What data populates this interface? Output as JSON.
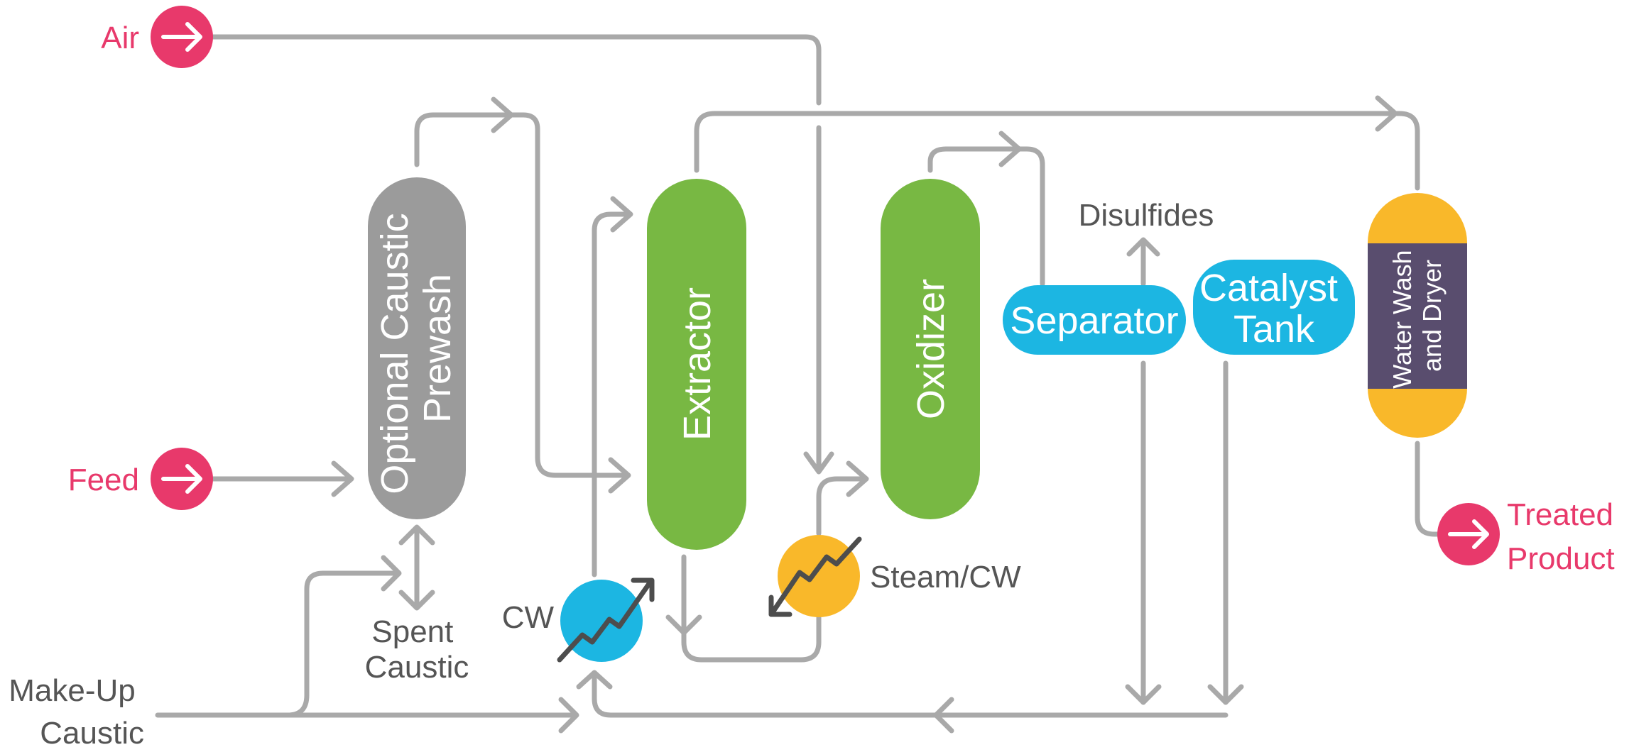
{
  "colors": {
    "pipe": "#a9a9a9",
    "stream": "#e8396b",
    "prewash": "#9b9b9b",
    "reactor": "#78b843",
    "cyan": "#1cb6e2",
    "gold": "#f9b82a",
    "purple": "#594d6e",
    "label": "#555555"
  },
  "streams": {
    "air": "Air",
    "feed": "Feed",
    "treated_line1": "Treated",
    "treated_line2": "Product",
    "makeup_line1": "Make-Up",
    "makeup_line2": "Caustic"
  },
  "vessels": {
    "prewash_line1": "Optional Caustic",
    "prewash_line2": "Prewash",
    "extractor": "Extractor",
    "oxidizer": "Oxidizer",
    "separator": "Separator",
    "catalyst_line1": "Catalyst",
    "catalyst_line2": "Tank",
    "waterwash_line1": "Water Wash",
    "waterwash_line2": "and Dryer"
  },
  "labels": {
    "disulfides": "Disulfides",
    "spent_line1": "Spent",
    "spent_line2": "Caustic",
    "cw": "CW",
    "steam_cw": "Steam/CW"
  },
  "icons": {
    "stream_inlet": "arrow-right-icon",
    "heat_exchanger": "heat-exchanger-icon"
  }
}
